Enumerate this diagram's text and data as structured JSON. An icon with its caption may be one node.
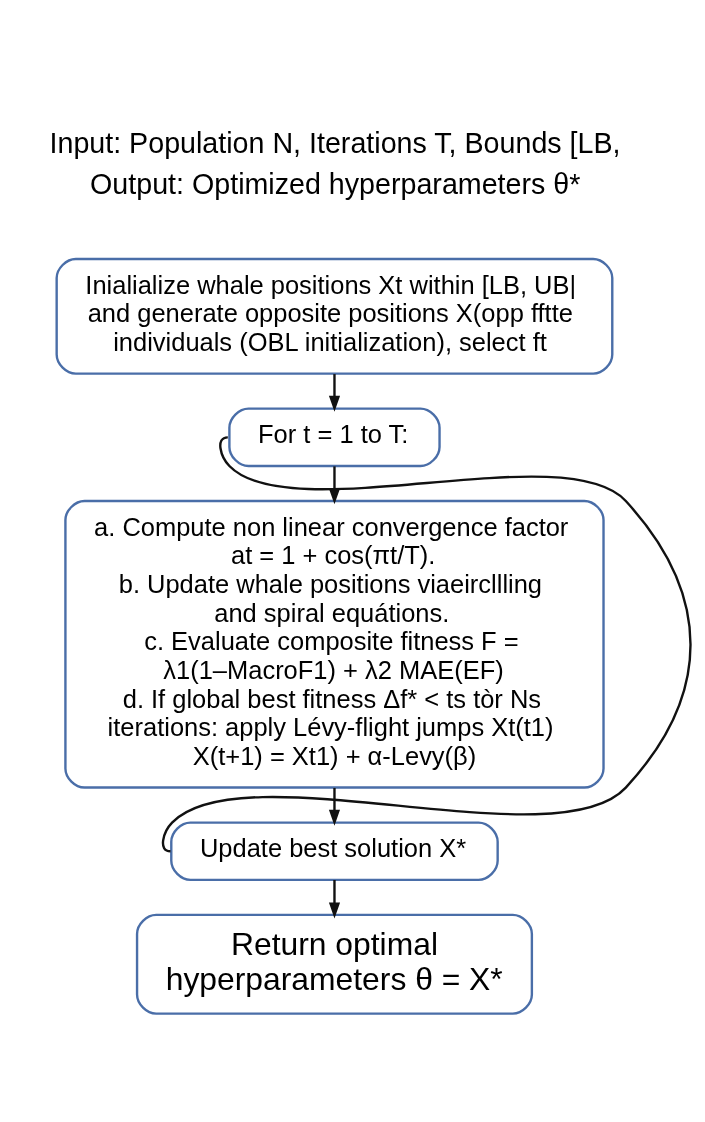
{
  "diagram": {
    "nodes": [
      {
        "text": [
          "Inialialize whale positions Xt within [LB, UB| and generate opposite positions X(opp fftte individuals (OBL initialization), select ft"
        ]
      },
      {
        "text": [
          "For t = 1 to T:"
        ]
      },
      {
        "text": [
          "a. Compute non linear convergence factor at = 1 + cos(πt/T).",
          "b. Update whale positions viaeircllling and spiral equátions.",
          "c. Evaluate composite fitness F = λ1(1–MacroF1) + λ2 MAE(EF)",
          "d. If global best fitness Δf* < ts tòr Ns iterations: apply Lévy-flight jumps Xt(t1) X(t+1) = Xt1) + α-Levy(β)"
        ]
      },
      {
        "text": [
          "Update best solution X*"
        ]
      },
      {
        "text": [
          "Return optimal hyperparameters θ = X*"
        ]
      }
    ],
    "edges": [
      {
        "from": 0,
        "to": 1,
        "arrow": "to"
      },
      {
        "from": 1,
        "to": 2,
        "arrow": "to"
      },
      {
        "from": 2,
        "to": 3,
        "arrow": "to"
      },
      {
        "from": 3,
        "to": 4,
        "arrow": "to"
      },
      {
        "from": 3,
        "to": 1,
        "arrow": "none"
      }
    ],
    "labels": [
      "Input: Population N, Iterations T, Bounds [LB,",
      "Output: Optimized hyperparameters θ*"
    ]
  }
}
